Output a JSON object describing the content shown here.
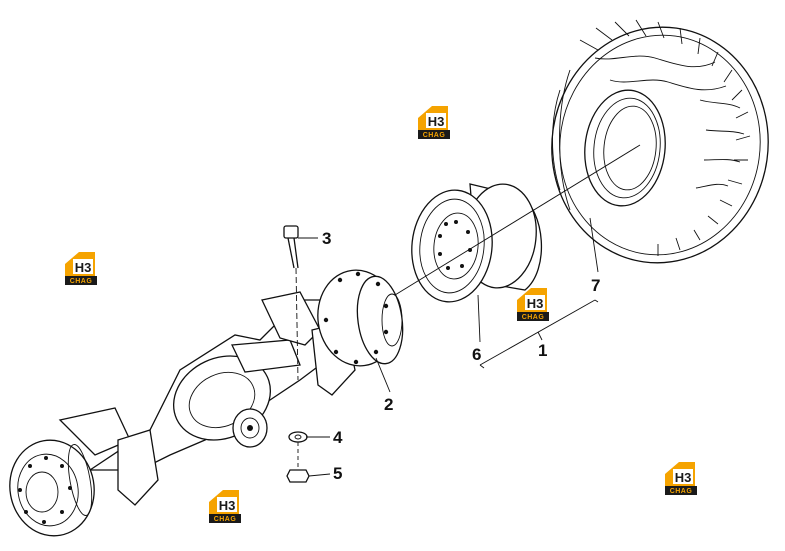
{
  "callouts": {
    "c1": "1",
    "c2": "2",
    "c3": "3",
    "c4": "4",
    "c5": "5",
    "c6": "6",
    "c7": "7"
  },
  "watermark": {
    "mark": "H3",
    "sub": "CHAG",
    "color_orange": "#f5a300",
    "color_dark": "#1a1a1a"
  }
}
